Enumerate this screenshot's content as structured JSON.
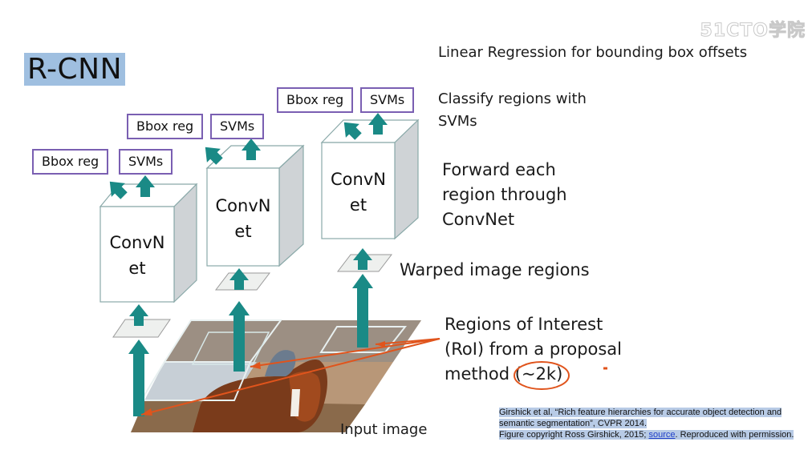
{
  "header": {
    "title": "R-CNN",
    "watermark": "51CTO学院"
  },
  "pipeline_steps": {
    "linear_regression": "Linear Regression for bounding box offsets",
    "classify_line1": "Classify regions with",
    "classify_line2": "SVMs",
    "forward_line1": "Forward each",
    "forward_line2": "region through",
    "forward_line3": "ConvNet",
    "warped": "Warped image regions",
    "roi_line1": "Regions of Interest",
    "roi_line2": "(RoI) from a proposal",
    "roi_line3_prefix": "method ",
    "roi_line3_highlight": "(~2k)"
  },
  "boxes": {
    "bbox_reg": "Bbox reg",
    "svms": "SVMs"
  },
  "convnet": {
    "line1": "ConvN",
    "line2": "et"
  },
  "input_image_label": "Input image",
  "citation": {
    "line1": "Girshick et al, “Rich feature hierarchies for accurate object detection and",
    "line2": "semantic segmentation”, CVPR 2014.",
    "line3_prefix": "Figure copyright Ross Girshick, 2015; ",
    "line3_link": "source",
    "line3_suffix": ". Reproduced with permission."
  },
  "colors": {
    "teal_arrow": "#1a8a86",
    "box_border": "#7a5fb2",
    "annotation_red": "#e0541c",
    "title_highlight": "#9fbfe0"
  }
}
